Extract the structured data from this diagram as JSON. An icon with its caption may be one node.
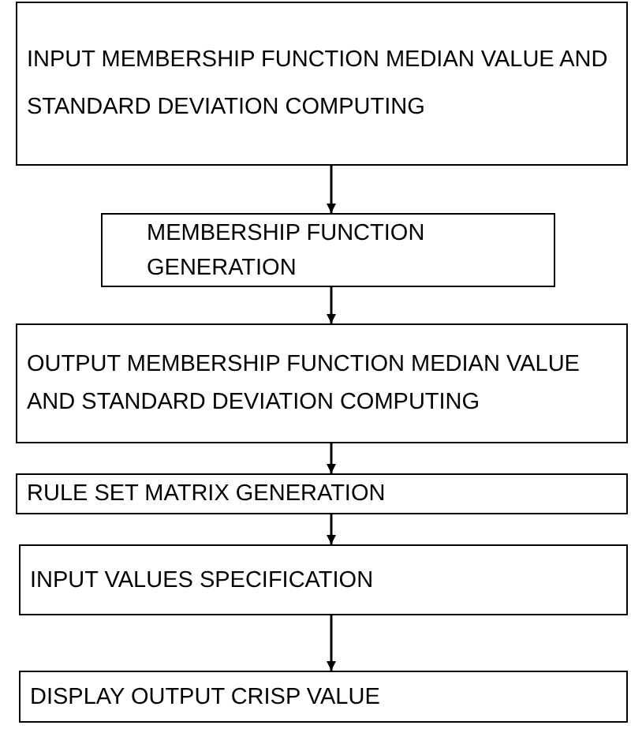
{
  "diagram": {
    "nodes": [
      {
        "text": [
          "INPUT MEMBERSHIP FUNCTION MEDIAN VALUE AND STANDARD DEVIATION COMPUTING"
        ]
      },
      {
        "text": [
          "MEMBERSHIP FUNCTION GENERATION"
        ]
      },
      {
        "text": [
          "OUTPUT MEMBERSHIP FUNCTION MEDIAN VALUE AND STANDARD DEVIATION COMPUTING"
        ]
      },
      {
        "text": [
          "RULE SET MATRIX GENERATION"
        ]
      },
      {
        "text": [
          "INPUT VALUES SPECIFICATION"
        ]
      },
      {
        "text": [
          "DISPLAY OUTPUT CRISP VALUE"
        ]
      }
    ],
    "edges": [
      {
        "from": 0,
        "to": 1,
        "arrow": "to"
      },
      {
        "from": 1,
        "to": 2,
        "arrow": "to"
      },
      {
        "from": 2,
        "to": 3,
        "arrow": "to"
      },
      {
        "from": 3,
        "to": 4,
        "arrow": "to"
      },
      {
        "from": 4,
        "to": 5,
        "arrow": "to"
      }
    ]
  }
}
